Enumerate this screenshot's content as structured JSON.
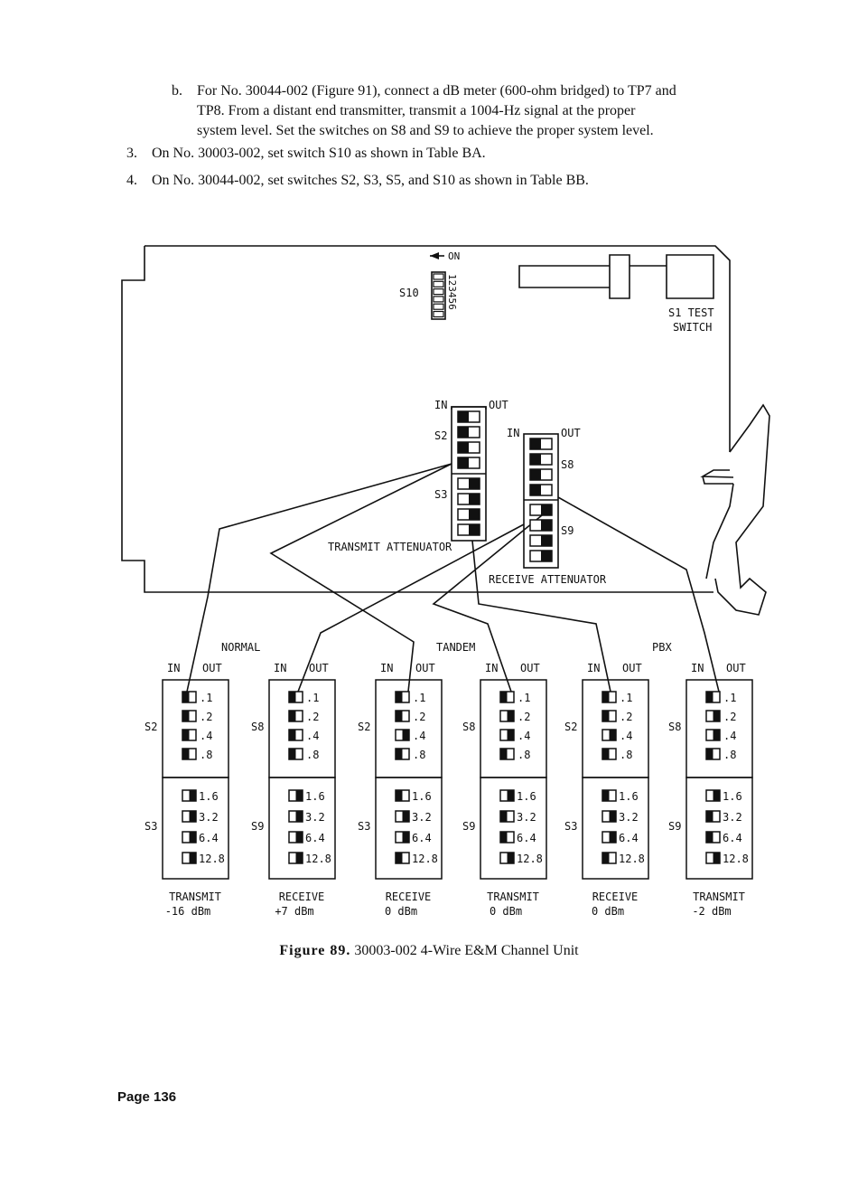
{
  "steps": [
    {
      "label": "b.",
      "lines": [
        "For No. 30044-002 (Figure 91), connect a dB meter (600-ohm bridged) to TP7 and",
        "TP8. From a distant end transmitter, transmit a 1004-Hz signal at the proper",
        "system level. Set the switches on S8 and S9 to achieve the proper system level."
      ]
    },
    {
      "label": "3.",
      "lines": [
        "On No. 30003-002, set switch S10 as shown in Table BA."
      ]
    },
    {
      "label": "4.",
      "lines": [
        "On No. 30044-002, set switches S2, S3, S5, and S10 as shown in Table BB."
      ]
    }
  ],
  "figure": {
    "on_label": "ON",
    "s10_label": "S10",
    "s10_numbers": "123456",
    "s1_line1": "S1 TEST",
    "s1_line2": "SWITCH",
    "in_label": "IN",
    "out_label": "OUT",
    "s2_label": "S2",
    "s3_label": "S3",
    "s8_label": "S8",
    "s9_label": "S9",
    "transmit_attenuator": "TRANSMIT ATTENUATOR",
    "receive_attenuator": "RECEIVE ATTENUATOR",
    "group_normal": "NORMAL",
    "group_tandem": "TANDEM",
    "group_pbx": "PBX",
    "top_values": [
      ".1",
      ".2",
      ".4",
      ".8"
    ],
    "bottom_values": [
      "1.6",
      "3.2",
      "6.4",
      "12.8"
    ],
    "panels": [
      {
        "upper": "S2",
        "lower": "S3",
        "caption1": "TRANSMIT",
        "caption2": "-16 dBm",
        "top": [
          "L",
          "L",
          "L",
          "L"
        ],
        "bottom": [
          "R",
          "R",
          "R",
          "R"
        ]
      },
      {
        "upper": "S8",
        "lower": "S9",
        "caption1": "RECEIVE",
        "caption2": "+7 dBm",
        "top": [
          "L",
          "L",
          "L",
          "L"
        ],
        "bottom": [
          "R",
          "R",
          "R",
          "R"
        ]
      },
      {
        "upper": "S2",
        "lower": "S3",
        "caption1": "RECEIVE",
        "caption2": "0 dBm",
        "top": [
          "L",
          "L",
          "R",
          "L"
        ],
        "bottom": [
          "L",
          "R",
          "R",
          "L"
        ]
      },
      {
        "upper": "S8",
        "lower": "S9",
        "caption1": "TRANSMIT",
        "caption2": "0 dBm",
        "top": [
          "L",
          "R",
          "R",
          "L"
        ],
        "bottom": [
          "R",
          "L",
          "L",
          "R"
        ]
      },
      {
        "upper": "S2",
        "lower": "S3",
        "caption1": "RECEIVE",
        "caption2": "0 dBm",
        "top": [
          "L",
          "L",
          "R",
          "L"
        ],
        "bottom": [
          "L",
          "R",
          "R",
          "L"
        ]
      },
      {
        "upper": "S8",
        "lower": "S9",
        "caption1": "TRANSMIT",
        "caption2": "-2 dBm",
        "top": [
          "L",
          "R",
          "R",
          "L"
        ],
        "bottom": [
          "R",
          "L",
          "L",
          "R"
        ]
      }
    ],
    "board_s2": [
      "L",
      "L",
      "L",
      "L"
    ],
    "board_s3": [
      "R",
      "R",
      "R",
      "R"
    ],
    "board_s8": [
      "L",
      "L",
      "L",
      "L"
    ],
    "board_s9": [
      "R",
      "R",
      "R",
      "R"
    ]
  },
  "caption": {
    "figure_label": "Figure 89.",
    "text": "30003-002 4-Wire E&M Channel Unit"
  },
  "page_number": "Page 136"
}
